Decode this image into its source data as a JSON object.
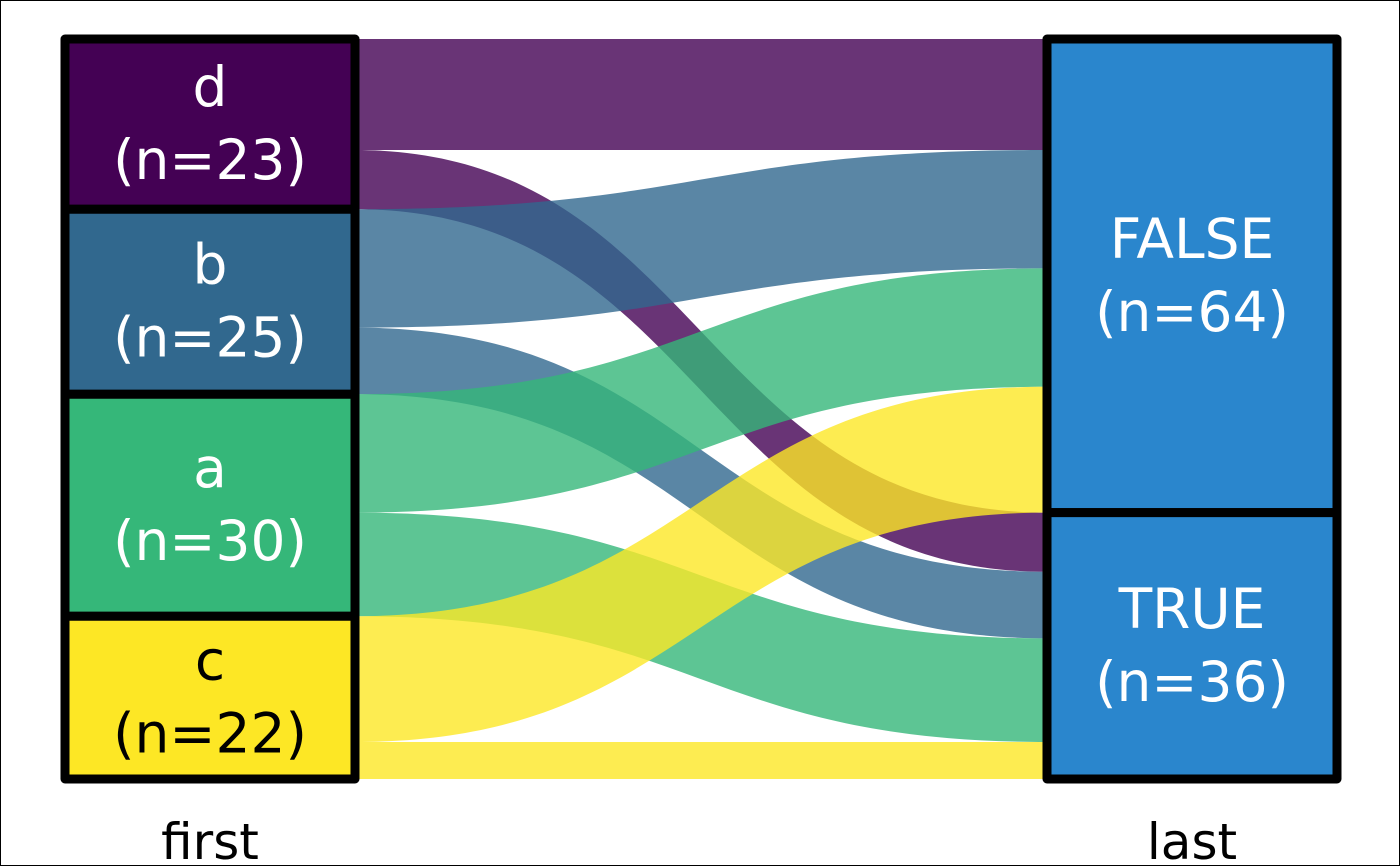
{
  "chart_data": {
    "type": "alluvial",
    "axes": [
      "first",
      "last"
    ],
    "first_nodes": [
      {
        "name": "d",
        "label": "(n=23)",
        "count": 23,
        "color": "#440154",
        "text_color": "#ffffff"
      },
      {
        "name": "b",
        "label": "(n=25)",
        "count": 25,
        "color": "#31688e",
        "text_color": "#ffffff"
      },
      {
        "name": "a",
        "label": "(n=30)",
        "count": 30,
        "color": "#35b779",
        "text_color": "#ffffff"
      },
      {
        "name": "c",
        "label": "(n=22)",
        "count": 22,
        "color": "#fde725",
        "text_color": "#000000"
      }
    ],
    "last_nodes": [
      {
        "name": "FALSE",
        "label": "(n=64)",
        "count": 64,
        "color": "#2a86cd",
        "text_color": "#ffffff"
      },
      {
        "name": "TRUE",
        "label": "(n=36)",
        "count": 36,
        "color": "#2a86cd",
        "text_color": "#ffffff"
      }
    ],
    "flows": [
      {
        "from": "d",
        "to": "FALSE",
        "value": 15
      },
      {
        "from": "d",
        "to": "TRUE",
        "value": 8
      },
      {
        "from": "b",
        "to": "FALSE",
        "value": 16
      },
      {
        "from": "b",
        "to": "TRUE",
        "value": 9
      },
      {
        "from": "a",
        "to": "FALSE",
        "value": 16
      },
      {
        "from": "a",
        "to": "TRUE",
        "value": 14
      },
      {
        "from": "c",
        "to": "FALSE",
        "value": 17
      },
      {
        "from": "c",
        "to": "TRUE",
        "value": 5
      }
    ]
  }
}
